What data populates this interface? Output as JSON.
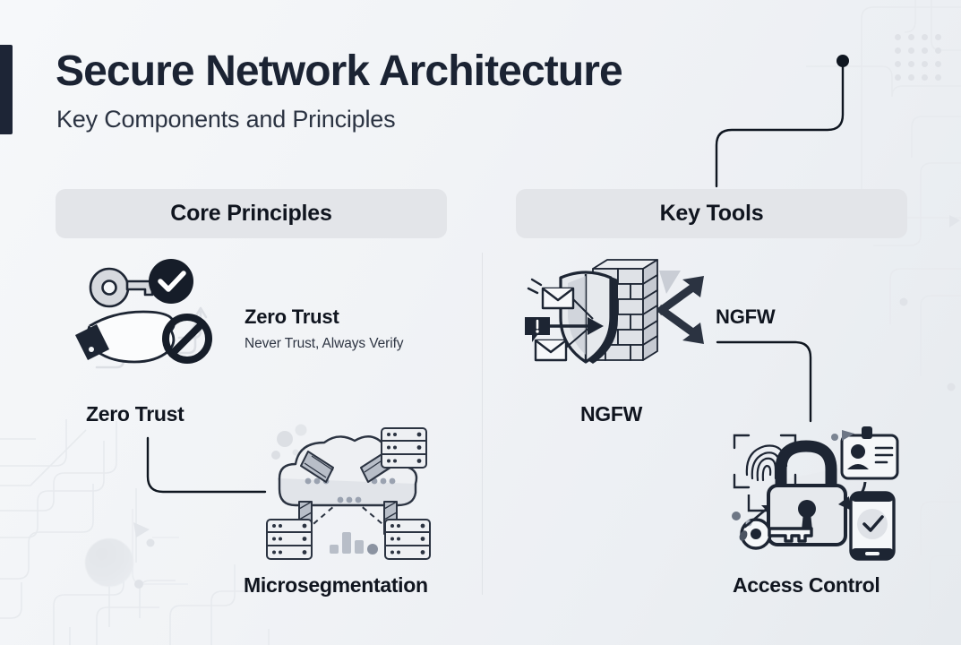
{
  "page": {
    "title": "Secure Network Architecture",
    "subtitle": "Key Components and Principles",
    "background_color": "#f2f4f7",
    "accent_color": "#1d2536",
    "pill_color": "#e3e5e9"
  },
  "sections": [
    {
      "id": "core-principles",
      "label": "Core Principles"
    },
    {
      "id": "key-tools",
      "label": "Key Tools"
    }
  ],
  "core_principles": {
    "zero_trust": {
      "icon": "hand-holding-key-icon",
      "caption": "Zero Trust",
      "heading": "Zero Trust",
      "tagline": "Never Trust, Always Verify"
    },
    "microsegmentation": {
      "icon": "cloud-microsegmentation-icon",
      "caption": "Microsegmentation"
    }
  },
  "key_tools": {
    "ngfw": {
      "icon": "firewall-shield-icon",
      "caption": "NGFW",
      "heading": "NGFW"
    },
    "access_control": {
      "icon": "padlock-access-control-icon",
      "caption": "Access Control"
    }
  }
}
